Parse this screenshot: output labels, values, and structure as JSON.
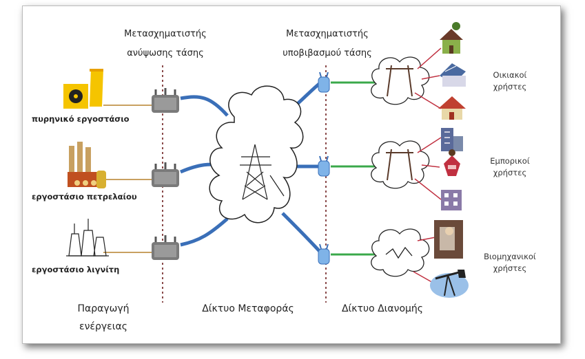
{
  "headers": {
    "step_up": [
      "Μετασχηματιστής",
      "ανύψωσης τάσης"
    ],
    "step_down": [
      "Μετασχηματιστής",
      "υποβιβασμού τάσης"
    ]
  },
  "plants": [
    {
      "label": "πυρηνικό εργοστάσιο",
      "icon": "nuclear-plant-icon"
    },
    {
      "label": "εργοστάσιο πετρελαίου",
      "icon": "oil-plant-icon"
    },
    {
      "label": "εργοστάσιο λιγνίτη",
      "icon": "lignite-plant-icon"
    }
  ],
  "users": [
    {
      "line1": "Οικιακοί",
      "line2": "χρήστες"
    },
    {
      "line1": "Εμπορικοί",
      "line2": "χρήστες"
    },
    {
      "line1": "Βιομηχανικοί",
      "line2": "χρήστες"
    }
  ],
  "sections": {
    "generation": [
      "Παραγωγή",
      "ενέργειας"
    ],
    "transmission": "Δίκτυο Μεταφοράς",
    "distribution": "Δίκτυο Διανομής"
  },
  "colors": {
    "transmission_line": "#3a6fb8",
    "distribution_line": "#3aa84a",
    "plant_line": "#c8a060",
    "consumer_line": "#c03040",
    "divider": "#8a4a4a",
    "transformer_blue": "#7fb3e8",
    "transformer_gray": "#777777"
  }
}
